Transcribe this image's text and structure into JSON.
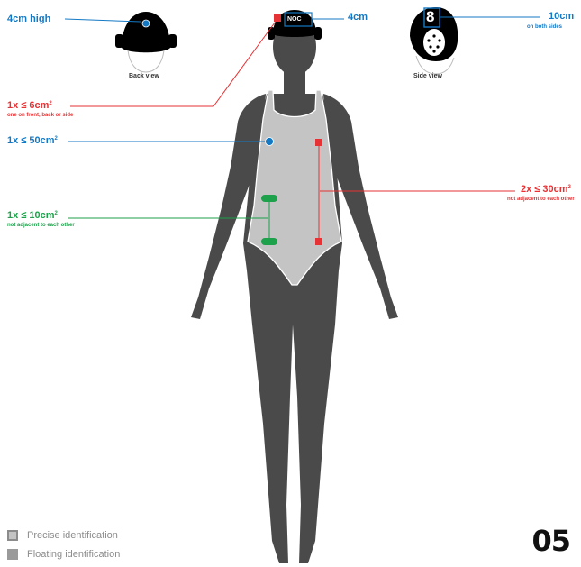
{
  "cap_back": {
    "dimension": "4cm high",
    "view_label": "Back view"
  },
  "cap_front": {
    "badge_text": "NOC",
    "dimension": "4cm"
  },
  "cap_side": {
    "number": "8",
    "dimension": "10cm",
    "note": "on both sides",
    "view_label": "Side view"
  },
  "rules": {
    "cap_logo": {
      "main": "1x ≤ 6cm",
      "sup": "2",
      "sub": "one on front, back or side"
    },
    "chest_precise": {
      "main": "1x ≤ 50cm",
      "sup": "2"
    },
    "hip_floating": {
      "main": "2x ≤ 30cm",
      "sup": "2",
      "sub": "not adjacent to each other"
    },
    "side_precise": {
      "main": "1x ≤ 10cm",
      "sup": "2",
      "sub": "not adjacent to each other"
    }
  },
  "legend": {
    "precise_label": "Precise identification",
    "floating_label": "Floating identification"
  },
  "page_number": "05",
  "colors": {
    "blue": "#1479c5",
    "red": "#e63234",
    "green": "#1da14a",
    "body": "#4a4a4a",
    "suit": "#c4c4c4",
    "cap": "#000000"
  }
}
